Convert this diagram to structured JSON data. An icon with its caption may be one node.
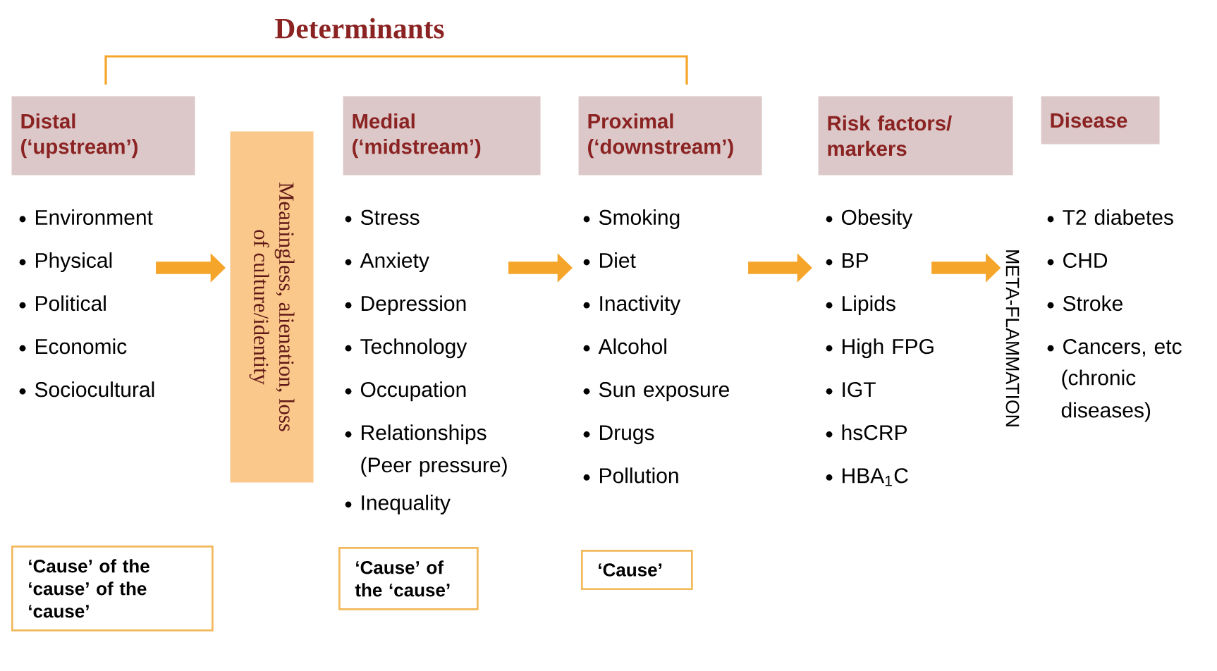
{
  "diagram": {
    "title": "Determinants",
    "nodes": [
      {
        "text": [
          "Distal (‘upstream’)"
        ],
        "beside": [
          "Environment",
          "Physical",
          "Political",
          "Economic",
          "Sociocultural"
        ]
      },
      {
        "text": [
          "Medial (‘midstream’)"
        ],
        "beside": [
          "Stress",
          "Anxiety",
          "Depression",
          "Technology",
          "Occupation",
          "Relationships (Peer pressure)",
          "Inequality"
        ]
      },
      {
        "text": [
          "Proximal (‘downstream’)"
        ],
        "beside": [
          "Smoking",
          "Diet",
          "Inactivity",
          "Alcohol",
          "Sun exposure",
          "Drugs",
          "Pollution"
        ]
      },
      {
        "text": [
          "Risk factors/ markers"
        ],
        "beside": [
          "Obesity",
          "BP",
          "Lipids",
          "High FPG",
          "IGT",
          "hsCRP",
          "HBA$_{1}$C"
        ]
      },
      {
        "text": [
          "Disease"
        ],
        "beside": [
          "T2 diabetes",
          "CHD",
          "Stroke",
          "Cancers, etc"
        ]
      },
      {
        "text": [
          "Meaningless, alienation, loss of culture/identity"
        ]
      },
      {
        "text": [
          "‘Cause’ of the ‘cause’ of the ‘cause’"
        ]
      },
      {
        "text": [
          "‘Cause’ of the ‘cause’"
        ]
      },
      {
        "text": [
          "‘Cause’"
        ]
      },
      {
        "text": [
          "META-FLAMMATION"
        ]
      }
    ],
    "edges": [
      {
        "from": 0,
        "to": 5,
        "arrow": "to"
      },
      {
        "from": 1,
        "to": 2,
        "arrow": "to"
      },
      {
        "from": 2,
        "to": 3,
        "arrow": "to"
      },
      {
        "from": 3,
        "to": 9,
        "arrow": "to"
      }
    ],
    "labels": [
      "(chronic diseases)"
    ]
  }
}
